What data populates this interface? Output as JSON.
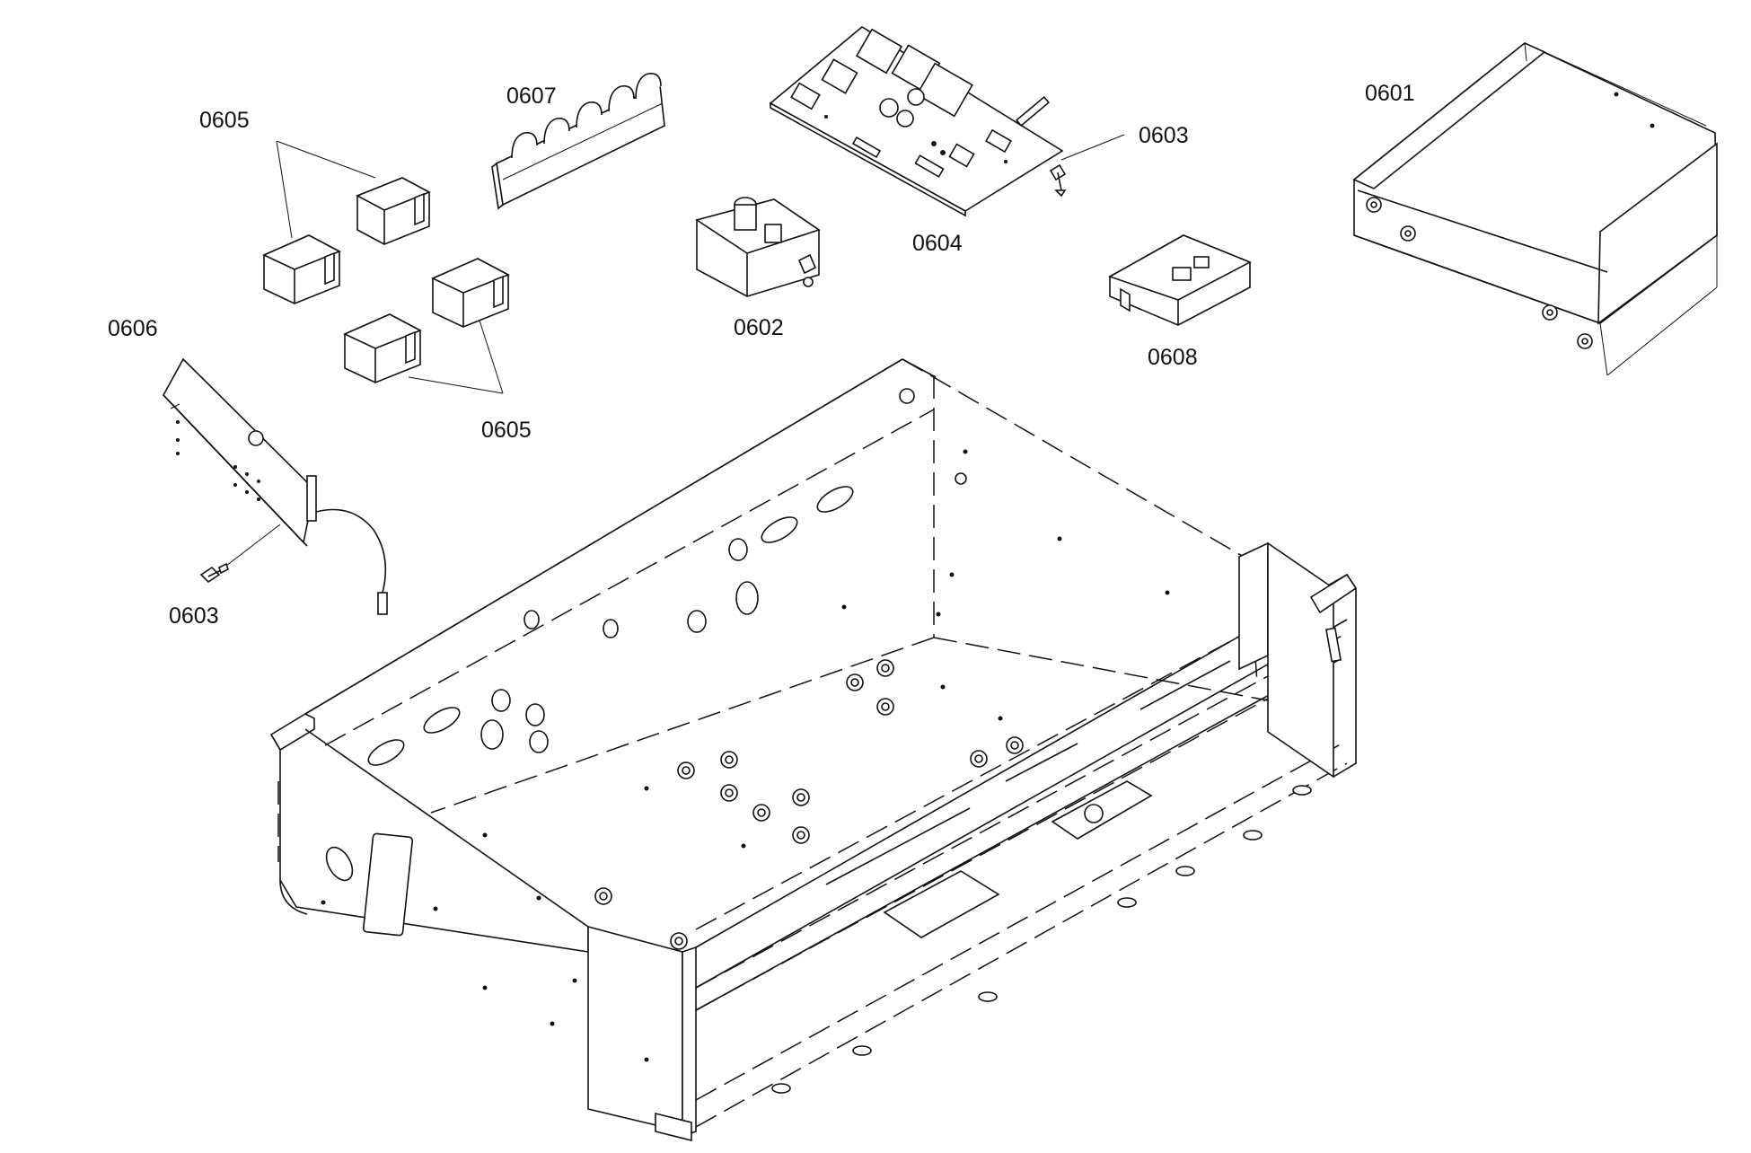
{
  "diagram": {
    "labels": {
      "p0601": "0601",
      "p0602": "0602",
      "p0603_top": "0603",
      "p0603_left": "0603",
      "p0604": "0604",
      "p0605_top": "0605",
      "p0605_bottom": "0605",
      "p0606": "0606",
      "p0607": "0607",
      "p0608": "0608"
    }
  }
}
